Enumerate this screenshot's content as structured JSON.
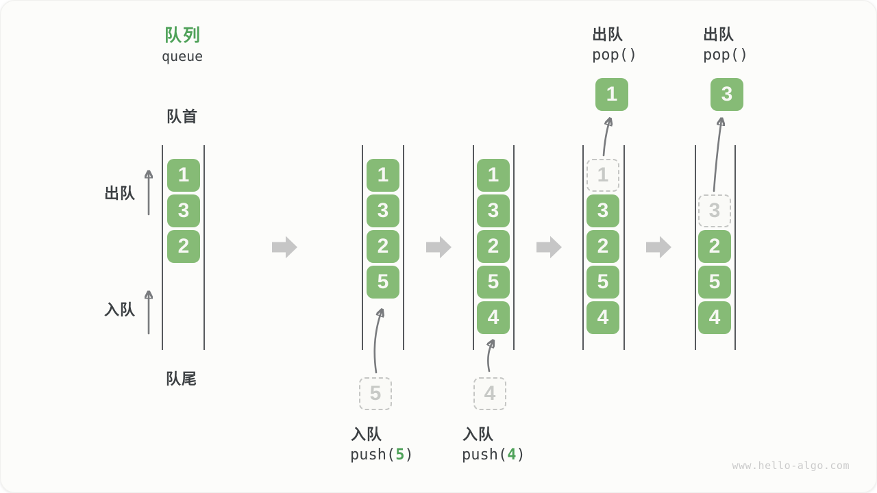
{
  "diagram": {
    "title_zh": "队列",
    "title_en": "queue",
    "front_label": "队首",
    "rear_label": "队尾",
    "dequeue_side_label": "出队",
    "enqueue_side_label": "入队",
    "watermark": "www.hello-algo.com"
  },
  "colors": {
    "accent_green": "#4EA158",
    "box_green": "#86BB76",
    "text_dark": "#3C4043",
    "dashed_gray": "#C5C6C4",
    "flow_arrow_gray": "#C6C6C6",
    "thin_arrow_gray": "#797B7E"
  },
  "states": [
    {
      "name": "initial",
      "boxes": [
        {
          "value": "1"
        },
        {
          "value": "3"
        },
        {
          "value": "2"
        }
      ]
    },
    {
      "name": "after-push-5",
      "boxes": [
        {
          "value": "1"
        },
        {
          "value": "3"
        },
        {
          "value": "2"
        },
        {
          "value": "5"
        }
      ],
      "incoming_value": "5",
      "op": {
        "label": "入队",
        "code_prefix": "push(",
        "arg": "5",
        "code_suffix": ")"
      }
    },
    {
      "name": "after-push-4",
      "boxes": [
        {
          "value": "1"
        },
        {
          "value": "3"
        },
        {
          "value": "2"
        },
        {
          "value": "5"
        },
        {
          "value": "4"
        }
      ],
      "incoming_value": "4",
      "op": {
        "label": "入队",
        "code_prefix": "push(",
        "arg": "4",
        "code_suffix": ")"
      }
    },
    {
      "name": "after-pop-1",
      "boxes": [
        {
          "value": "1",
          "style": "dashed"
        },
        {
          "value": "3"
        },
        {
          "value": "2"
        },
        {
          "value": "5"
        },
        {
          "value": "4"
        }
      ],
      "popped_value": "1",
      "op": {
        "label": "出队",
        "code": "pop()"
      }
    },
    {
      "name": "after-pop-3",
      "boxes": [
        {
          "value": "3",
          "style": "dashed"
        },
        {
          "value": "2"
        },
        {
          "value": "5"
        },
        {
          "value": "4"
        }
      ],
      "popped_value": "3",
      "op": {
        "label": "出队",
        "code": "pop()"
      }
    }
  ]
}
